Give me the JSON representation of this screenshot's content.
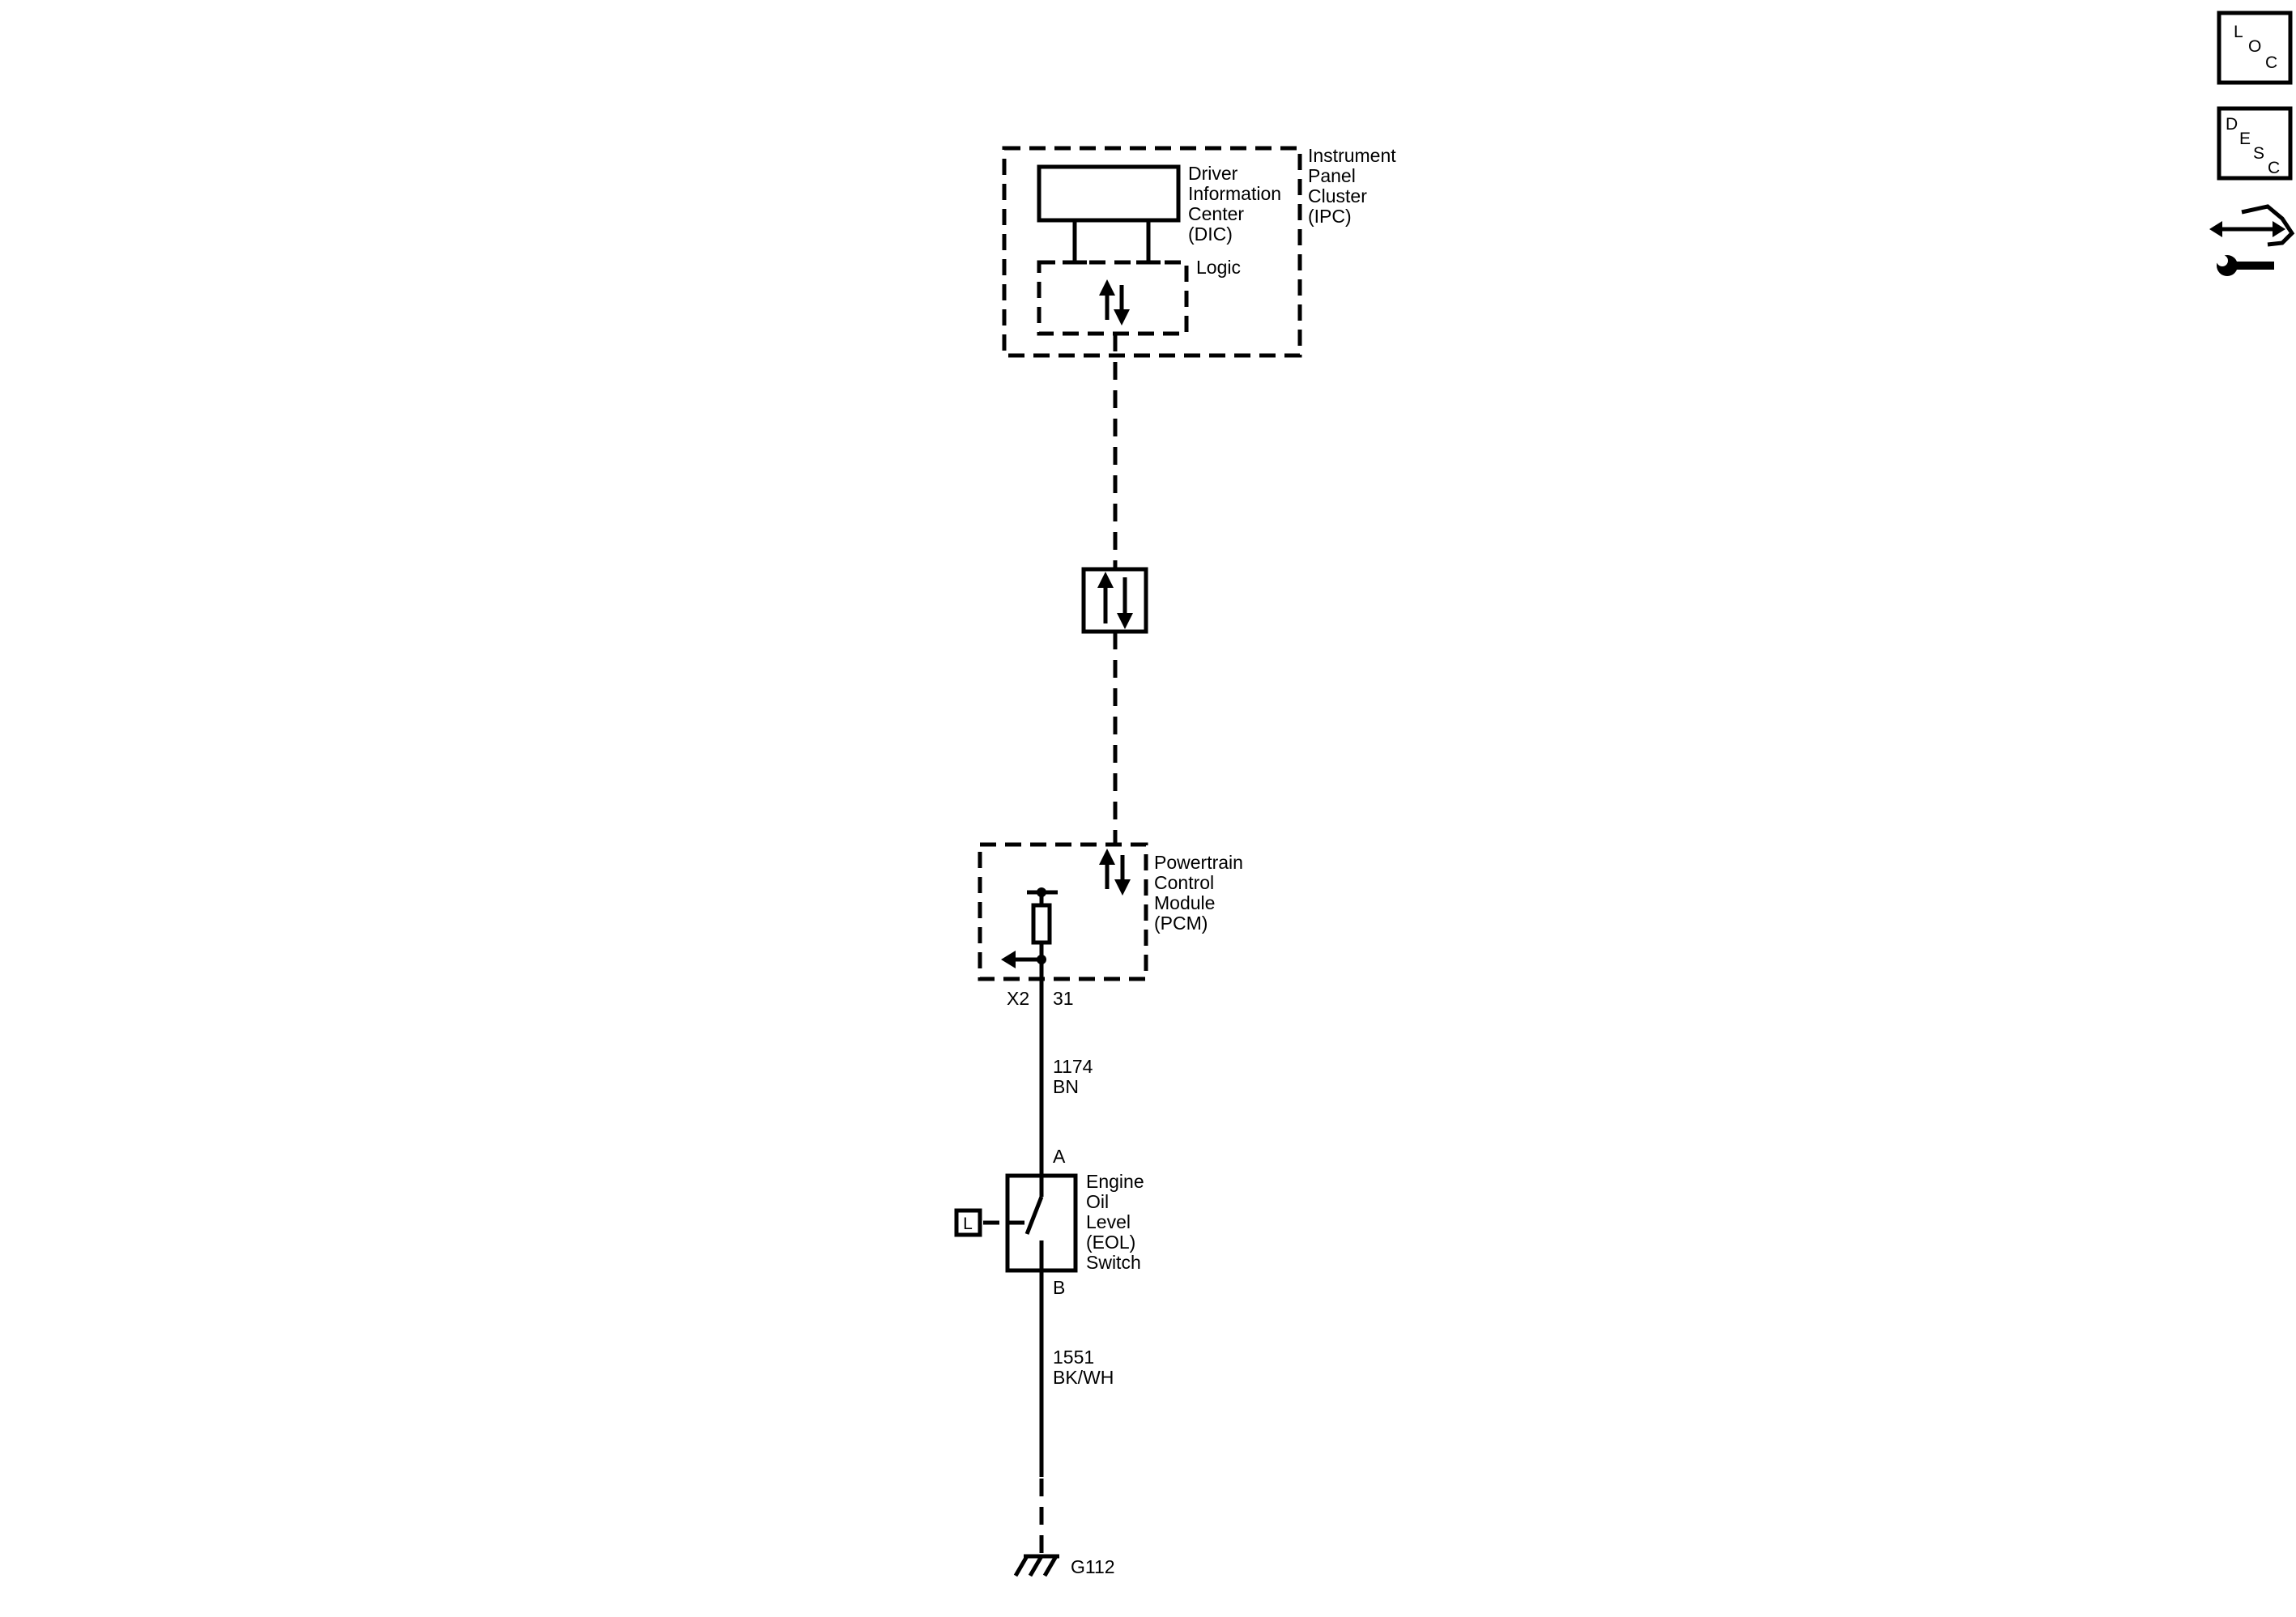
{
  "components": {
    "ipc": {
      "lines": [
        "Instrument",
        "Panel",
        "Cluster",
        "(IPC)"
      ]
    },
    "dic": {
      "lines": [
        "Driver",
        "Information",
        "Center",
        "(DIC)"
      ]
    },
    "logic": {
      "label": "Logic"
    },
    "pcm": {
      "lines": [
        "Powertrain",
        "Control",
        "Module",
        "(PCM)"
      ],
      "connector": "X2",
      "pin": "31"
    },
    "eol_switch": {
      "lines": [
        "Engine",
        "Oil",
        "Level",
        "(EOL)",
        "Switch"
      ],
      "pin_top": "A",
      "pin_bottom": "B",
      "side_box": "L"
    },
    "ground": {
      "label": "G112"
    }
  },
  "wires": [
    {
      "circuit": "1174",
      "color": "BN"
    },
    {
      "circuit": "1551",
      "color": "BK/WH"
    }
  ],
  "nav": {
    "loc": {
      "letters": [
        "L",
        "O",
        "C"
      ]
    },
    "desc": {
      "letters": [
        "D",
        "E",
        "S",
        "C"
      ]
    },
    "connector_icon": "connector-end-view-icon"
  }
}
